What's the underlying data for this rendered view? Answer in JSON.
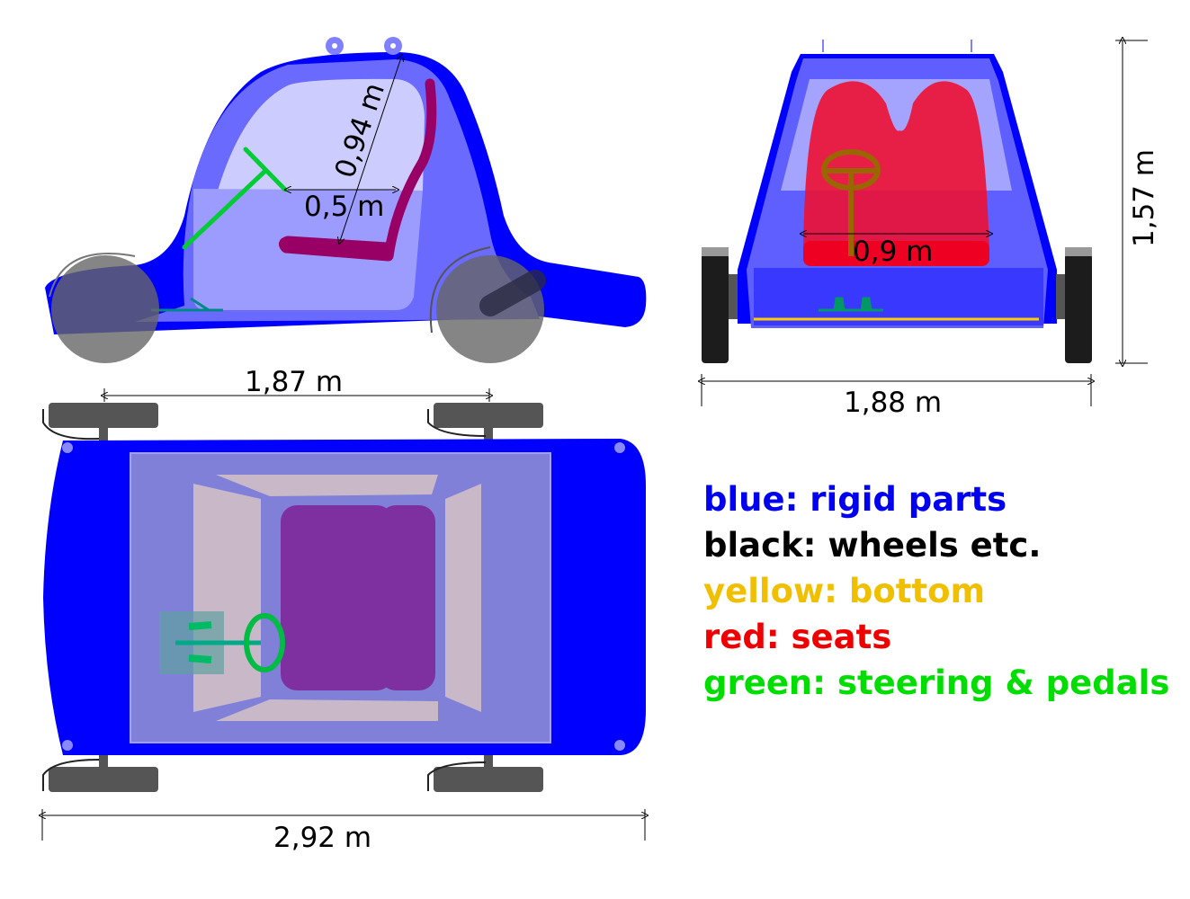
{
  "dimensions": {
    "seat_diagonal": "0,94 m",
    "seat_depth": "0,5 m",
    "wheelbase": "1,87 m",
    "track_width": "1,88 m",
    "height": "1,57 m",
    "seat_width": "0,9 m",
    "length": "2,92 m"
  },
  "legend": [
    {
      "label": "blue: rigid parts",
      "color": "#0000ee"
    },
    {
      "label": "black: wheels etc.",
      "color": "#000000"
    },
    {
      "label": "yellow: bottom",
      "color": "#f0c000"
    },
    {
      "label": "red: seats",
      "color": "#ee0000"
    },
    {
      "label": "green: steering & pedals",
      "color": "#00dd00"
    }
  ]
}
